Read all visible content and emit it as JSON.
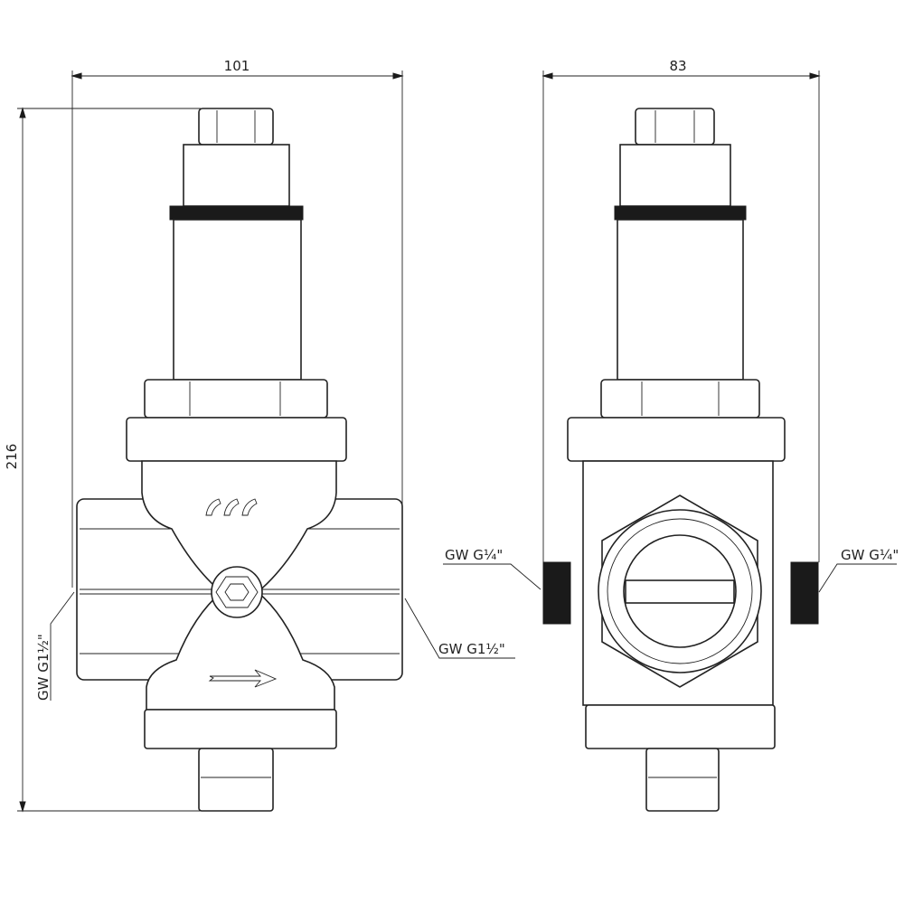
{
  "dimensions": {
    "width_front": "101",
    "width_side": "83",
    "height": "216"
  },
  "labels": {
    "gauge_port_left": "GW G¼\"",
    "gauge_port_right": "GW G¼\"",
    "outlet_thread": "GW G1½\"",
    "inlet_thread": "GW G1½\""
  }
}
